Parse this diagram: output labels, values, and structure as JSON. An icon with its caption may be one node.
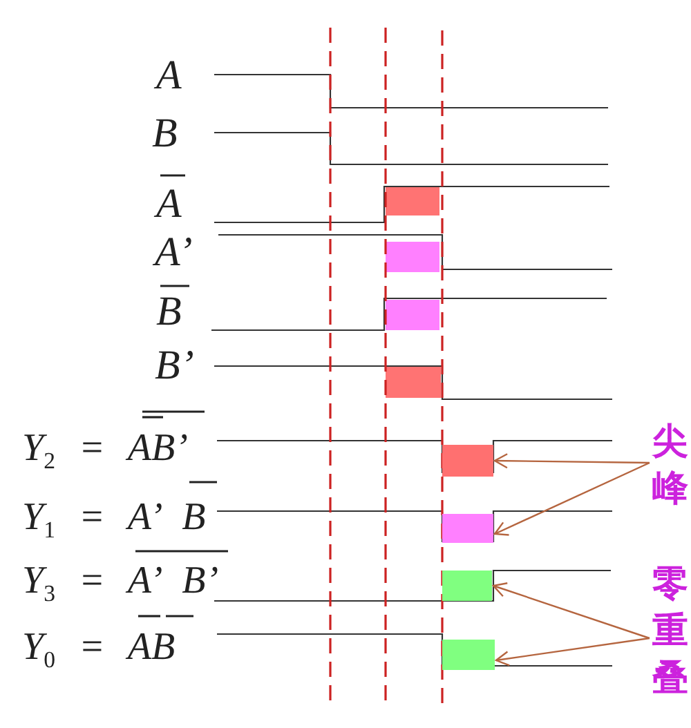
{
  "diagram": {
    "nodes": [
      {
        "text": [
          "尖峰"
        ]
      },
      {
        "text": [
          "零重叠"
        ]
      },
      {
        "text": [],
        "shape": "box"
      },
      {
        "text": [],
        "shape": "box"
      },
      {
        "text": [],
        "shape": "box"
      },
      {
        "text": [],
        "shape": "box"
      }
    ],
    "edges": [
      {
        "from": 0,
        "to": 2,
        "arrow": "to"
      },
      {
        "from": 0,
        "to": 3,
        "arrow": "to"
      },
      {
        "from": 1,
        "to": 4,
        "arrow": "to"
      },
      {
        "from": 1,
        "to": 5,
        "arrow": "to"
      }
    ],
    "labels": [
      "A",
      "B",
      "A",
      "A’",
      "B",
      "B’",
      "Y$_{2}$ = AB’",
      "Y$_{1}$ = A’ B",
      "Y$_{3}$ = A’ B’",
      "Y$_{0}$ = AB"
    ]
  }
}
